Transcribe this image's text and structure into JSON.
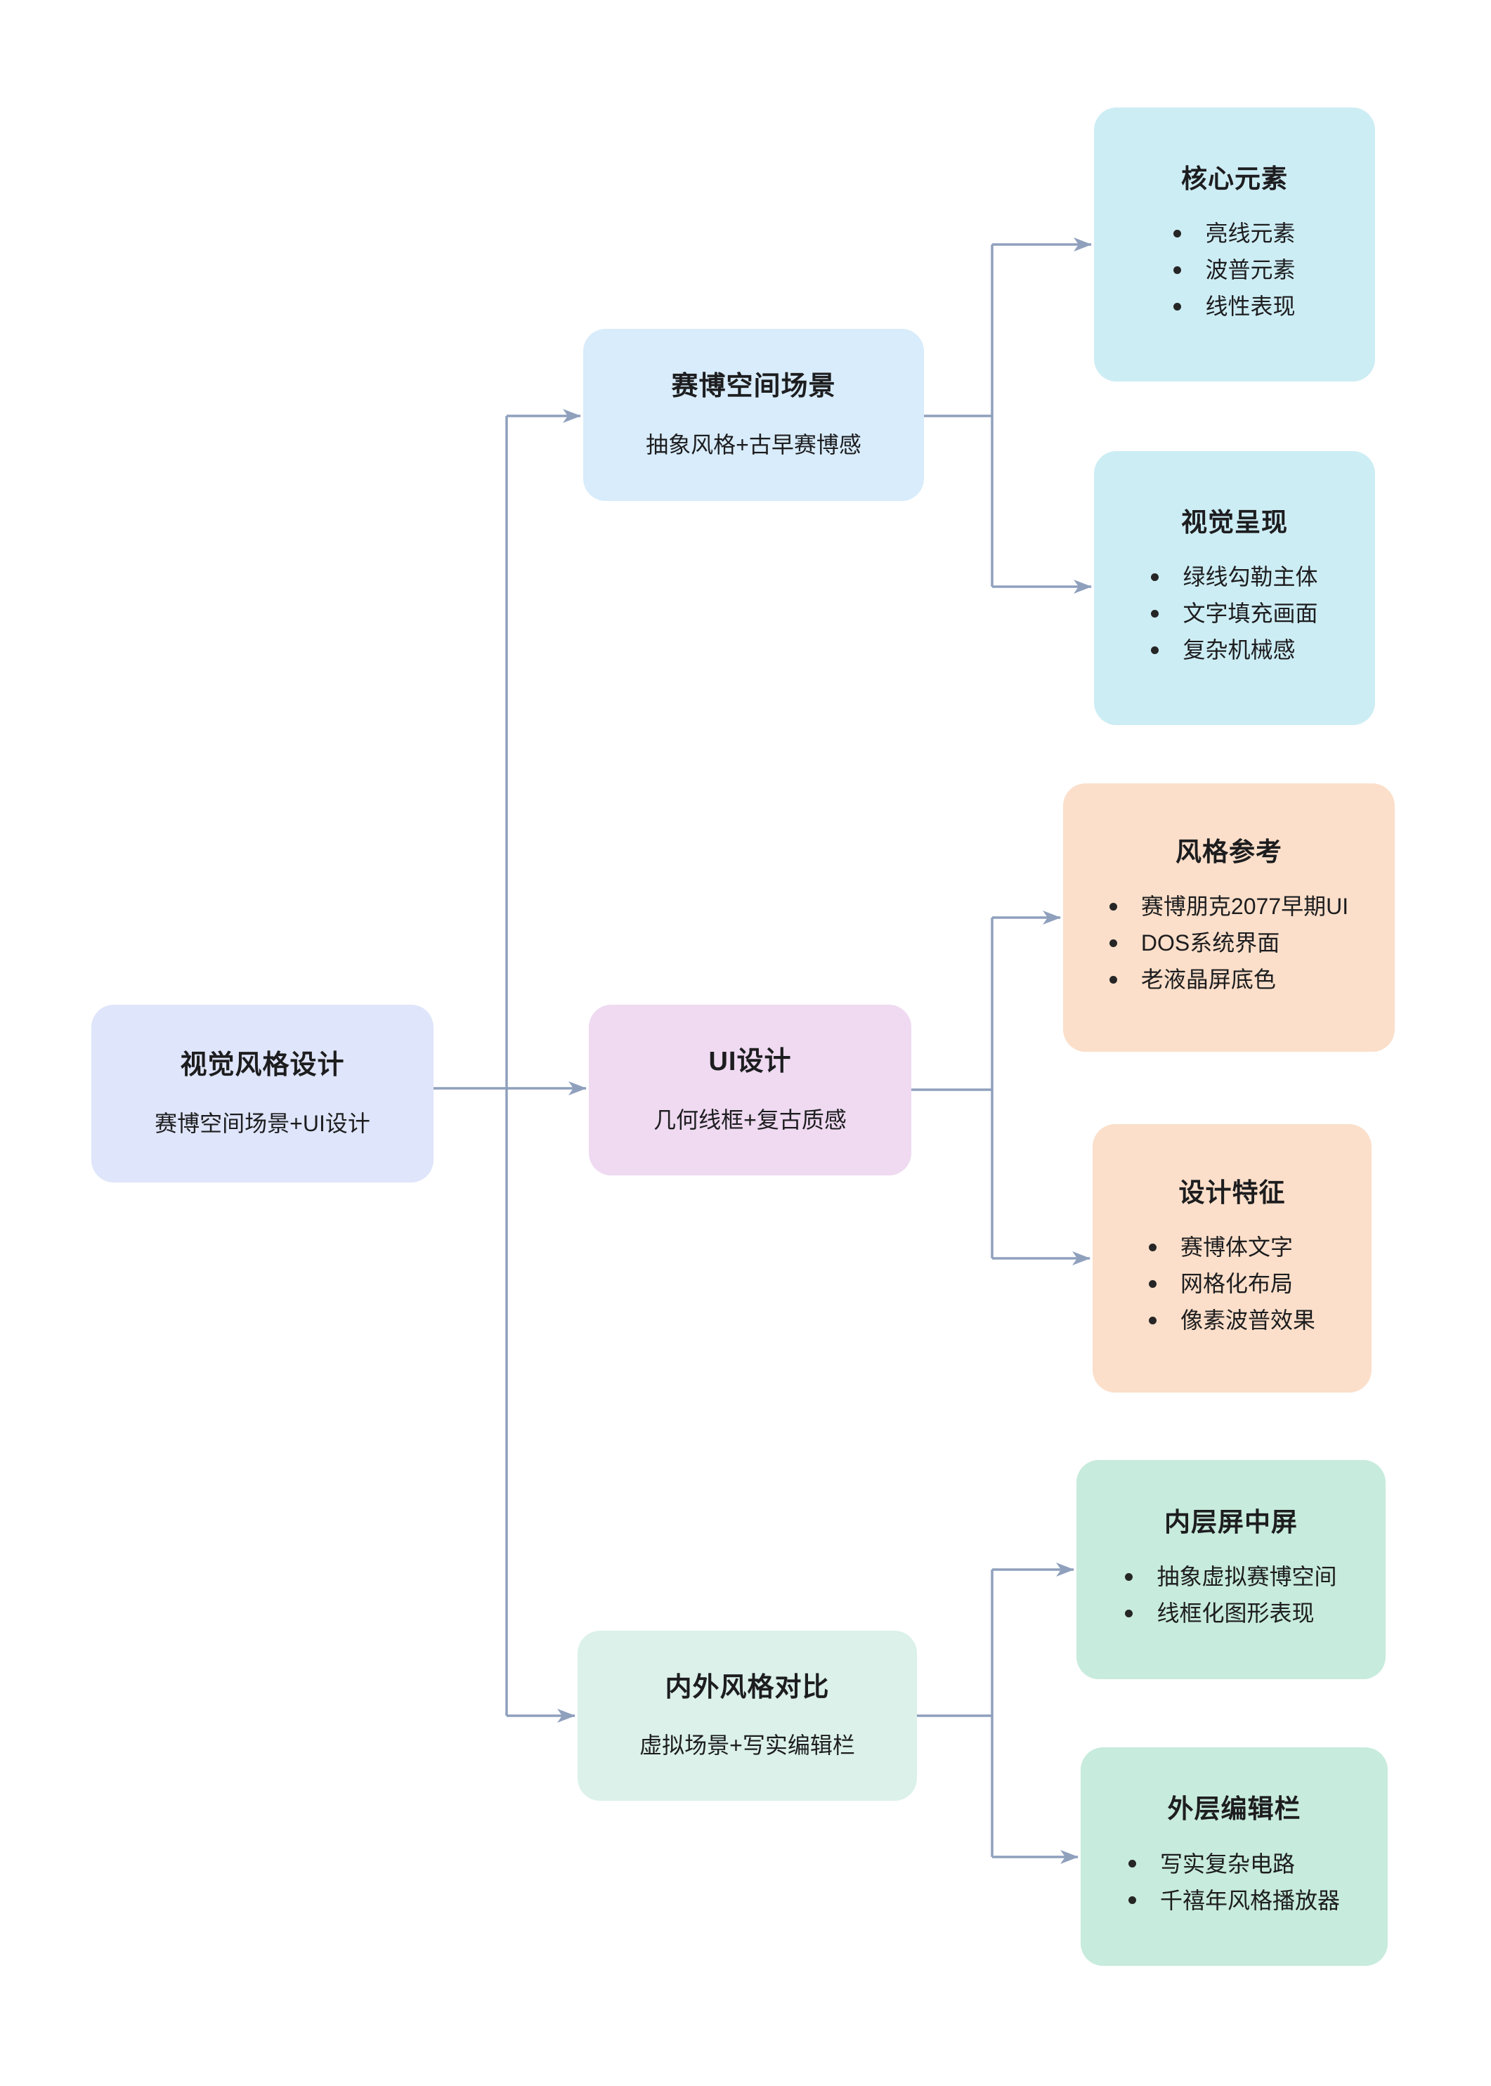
{
  "diagram": {
    "type": "mindmap-flowchart",
    "root": {
      "title": "视觉风格设计",
      "subtitle": "赛博空间场景+UI设计"
    },
    "branches": [
      {
        "title": "赛博空间场景",
        "subtitle": "抽象风格+古早赛博感",
        "children": [
          {
            "title": "核心元素",
            "items": [
              "亮线元素",
              "波普元素",
              "线性表现"
            ]
          },
          {
            "title": "视觉呈现",
            "items": [
              "绿线勾勒主体",
              "文字填充画面",
              "复杂机械感"
            ]
          }
        ]
      },
      {
        "title": "UI设计",
        "subtitle": "几何线框+复古质感",
        "children": [
          {
            "title": "风格参考",
            "items": [
              "赛博朋克2077早期UI",
              "DOS系统界面",
              "老液晶屏底色"
            ]
          },
          {
            "title": "设计特征",
            "items": [
              "赛博体文字",
              "网格化布局",
              "像素波普效果"
            ]
          }
        ]
      },
      {
        "title": "内外风格对比",
        "subtitle": "虚拟场景+写实编辑栏",
        "children": [
          {
            "title": "内层屏中屏",
            "items": [
              "抽象虚拟赛博空间",
              "线框化图形表现"
            ]
          },
          {
            "title": "外层编辑栏",
            "items": [
              "写实复杂电路",
              "千禧年风格播放器"
            ]
          }
        ]
      }
    ],
    "colors": {
      "root_bg": "#dfe5fa",
      "branch_cyber_scene_bg": "#d8ecfb",
      "branch_ui_design_bg": "#efdaf1",
      "branch_style_contrast_bg": "#dbf1e9",
      "leaf_cyan_bg": "#cdedf4",
      "leaf_peach_bg": "#fbdfca",
      "leaf_green_bg": "#c7ebdc",
      "connector": "#8fa0bd",
      "text": "#1d1d1f"
    }
  }
}
